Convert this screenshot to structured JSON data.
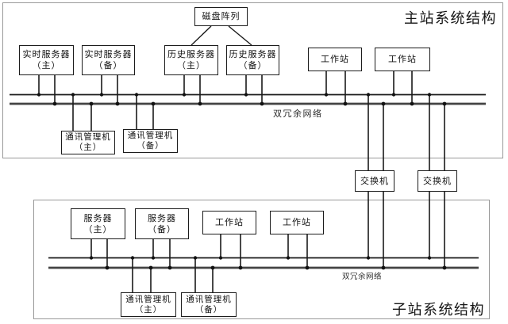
{
  "colors": {
    "line": "#1a1a1a",
    "bus_primary": "#1a1a1a",
    "bus_secondary": "#444444",
    "container_border": "#999999",
    "background": "#ffffff"
  },
  "master": {
    "title": "主站系统结构",
    "network_label": "双冗余网络",
    "disk_array": "磁盘阵列",
    "rt_server_main": {
      "l1": "实时服务器",
      "l2": "（主）"
    },
    "rt_server_backup": {
      "l1": "实时服务器",
      "l2": "（备）"
    },
    "hist_server_main": {
      "l1": "历史服务器",
      "l2": "（主）"
    },
    "hist_server_backup": {
      "l1": "历史服务器",
      "l2": "（备）"
    },
    "workstation1": "工作站",
    "workstation2": "工作站",
    "comm_manager_main": {
      "l1": "通讯管理机",
      "l2": "（主）"
    },
    "comm_manager_backup": {
      "l1": "通讯管理机",
      "l2": "（备）"
    },
    "switch1": "交换机",
    "switch2": "交换机"
  },
  "sub": {
    "title": "子站系统结构",
    "network_label": "双冗余网络",
    "server_main": {
      "l1": "服务器",
      "l2": "（主）"
    },
    "server_backup": {
      "l1": "服务器",
      "l2": "（备）"
    },
    "workstation1": "工作站",
    "workstation2": "工作站",
    "comm_manager_main": {
      "l1": "通讯管理机",
      "l2": "（主）"
    },
    "comm_manager_backup": {
      "l1": "通讯管理机",
      "l2": "（备）"
    }
  }
}
